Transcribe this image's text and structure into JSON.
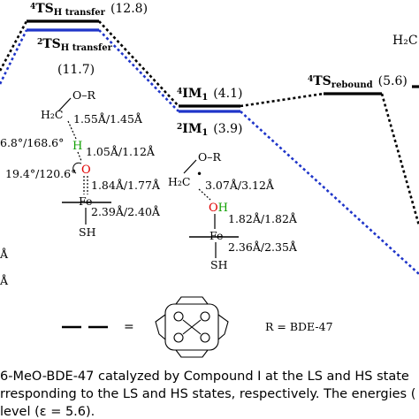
{
  "states": {
    "ts_h_quartet": {
      "sup": "4",
      "base": "TS",
      "sub": "H transfer",
      "energy": "(12.8)"
    },
    "ts_h_doublet": {
      "sup": "2",
      "base": "TS",
      "sub": "H transfer",
      "energy": "(11.7)"
    },
    "im1_quartet": {
      "sup": "4",
      "base": "IM",
      "sub": "1",
      "energy": "(4.1)"
    },
    "im1_doublet": {
      "sup": "2",
      "base": "IM",
      "sub": "1",
      "energy": "(3.9)"
    },
    "ts_rebound_quartet": {
      "sup": "4",
      "base": "TS",
      "sub": "rebound",
      "energy": "(5.6)"
    },
    "right_edge_partial": "H₂C"
  },
  "ts_structure": {
    "or_group": "O–R",
    "h2c": "H₂C",
    "d_ch": "1.55Å/1.45Å",
    "h_atom": "H",
    "d_ho": "1.05Å/1.12Å",
    "o_atom": "O",
    "angle_1": "6.8°/168.6°",
    "angle_2": "19.4°/120.6°",
    "d_ofe": "1.84Å/1.77Å",
    "fe_atom": "Fe",
    "d_fes": "2.39Å/2.40Å",
    "sh_group": "SH"
  },
  "im_structure": {
    "or_group": "O–R",
    "h2c": "H₂C",
    "d_co": "3.07Å/3.12Å",
    "oh_o": "O",
    "oh_h": "H",
    "d_ofe": "1.82Å/1.82Å",
    "fe_atom": "Fe",
    "d_fes": "2.36Å/2.35Å",
    "sh_group": "SH"
  },
  "left_edge_partials": [
    "Å",
    "Å"
  ],
  "legend": {
    "equals": "=",
    "r_def": "R = BDE-47"
  },
  "caption": {
    "line1": "6-MeO-BDE-47 catalyzed by Compound I at the LS and HS state",
    "line2": "rresponding to the LS and HS states, respectively. The energies (",
    "line3": "level (ε = 5.6)."
  },
  "colors": {
    "quartet": "#000000",
    "doublet": "#1f35c9",
    "oxygen": "#e00000",
    "hydrogen": "#10a000"
  }
}
